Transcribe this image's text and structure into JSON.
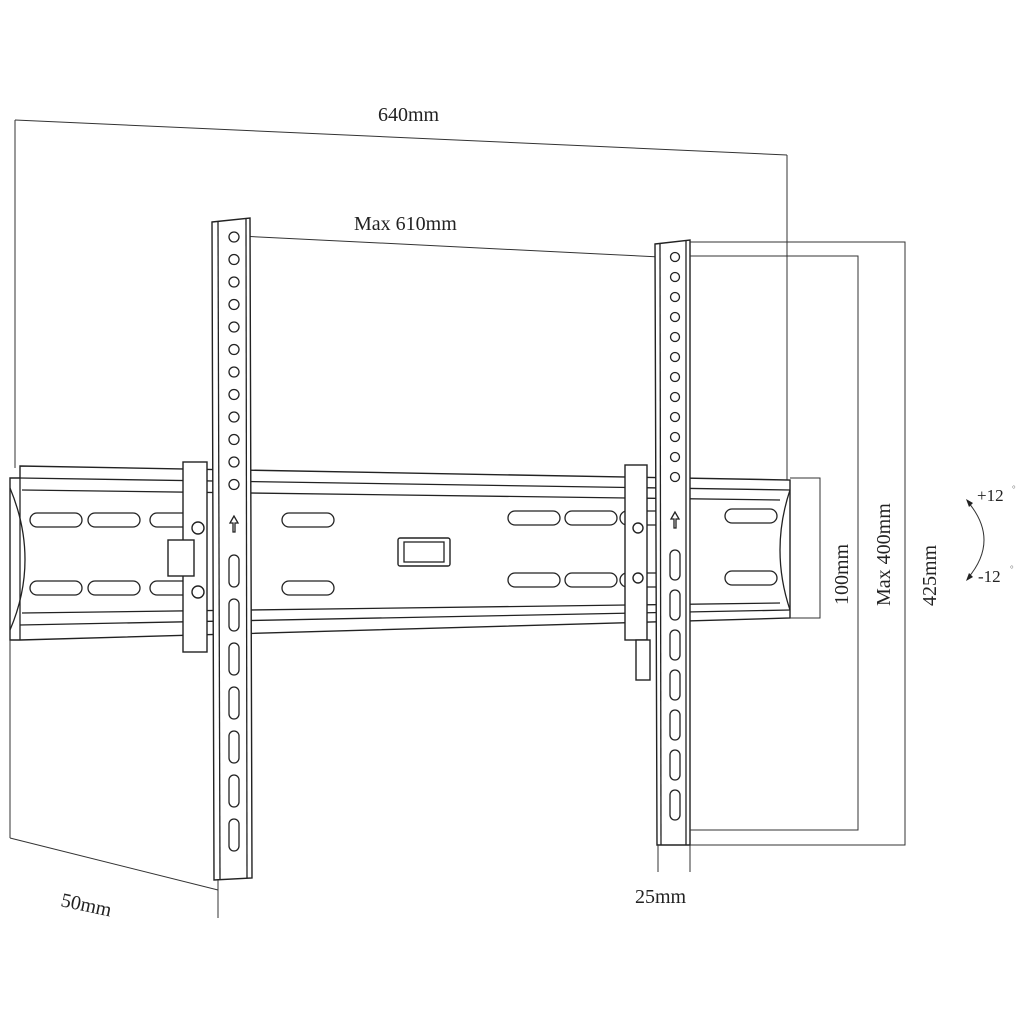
{
  "dimensions": {
    "overall_width": "640mm",
    "max_hole_spacing_horizontal": "Max 610mm",
    "plate_height": "100mm",
    "max_hole_spacing_vertical": "Max 400mm",
    "bracket_height": "425mm",
    "bracket_depth": "50mm",
    "bracket_width": "25mm"
  },
  "tilt": {
    "up": "+12",
    "down": "-12",
    "degree_symbol": "°"
  }
}
